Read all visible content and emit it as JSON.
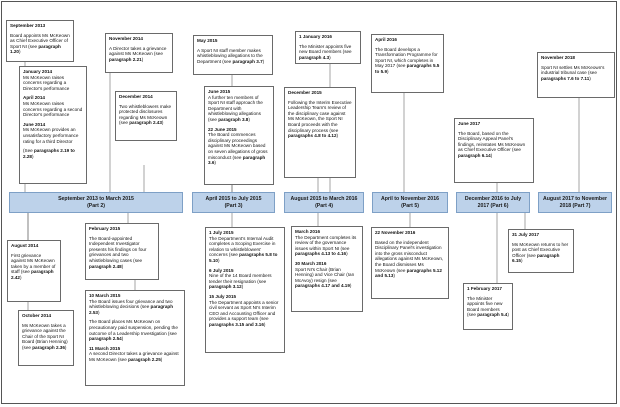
{
  "periods": [
    {
      "line1": "September 2013 to March 2015",
      "line2": "(Part 2)"
    },
    {
      "line1": "April 2015 to July 2015",
      "line2": "(Part 3)"
    },
    {
      "line1": "August 2015 to March 2016",
      "line2": "(Part 4)"
    },
    {
      "line1": "April to November 2016",
      "line2": "(Part 5)"
    },
    {
      "line1": "December 2016 to July",
      "line2": "2017 (Part 6)"
    },
    {
      "line1": "August 2017 to November",
      "line2": "2018 (Part 7)"
    }
  ],
  "events": {
    "sep2013": {
      "date": "September 2013",
      "text": "Board appoints Ms McKeown as Chief Executive Officer of Sport NI (see ",
      "ref": "paragraph 1.20",
      "end": ")"
    },
    "jan2014": {
      "date": "January 2014",
      "text": "Ms McKeown raises concerns regarding a Director's performance"
    },
    "apr2014": {
      "date": "April 2014",
      "text": "Ms McKeown raises concerns regarding a second Director's performance"
    },
    "jun2014": {
      "date": "June 2014",
      "text": "Ms McKeown provides an unsatisfactory performance rating for a third Director"
    },
    "jan2014_ref": {
      "text": "(See ",
      "ref": "paragraphs 2.19 to 2.28",
      "end": ")"
    },
    "nov2014": {
      "date": "November 2014",
      "text": "A Director takes a grievance against Ms McKeown (see ",
      "ref": "paragraph 2.21",
      "end": ")"
    },
    "dec2014": {
      "date": "December 2014",
      "text": "Two whistleblowers make protected disclosures regarding Ms McKeown (see ",
      "ref": "paragraph 2.43",
      "end": ")"
    },
    "may2015": {
      "date": "May 2015",
      "text": "A Sport NI staff member makes whistleblowing allegations to the Department (see ",
      "ref": "paragraph 3.7",
      "end": ")"
    },
    "jun2015a": {
      "date": "June 2015",
      "text": "A further ten members of Sport NI staff approach the Department with whistleblowing allegations (see ",
      "ref": "paragraph 3.8",
      "end": ")"
    },
    "jun2015b": {
      "date": "22 June 2015",
      "text": "The Board commences disciplinary proceedings against Ms McKeown based on seven allegations of gross misconduct (see ",
      "ref": "paragraph 3.6",
      "end": ")"
    },
    "jan2016": {
      "date": "1 January 2016",
      "text": "The Minister appoints five new Board members (see ",
      "ref": "paragraph 4.3",
      "end": ")"
    },
    "dec2015": {
      "date": "December 2015",
      "text": "Following the Interim Executive Leadership Team's review of the disciplinary case against Ms McKeown, the Sport NI Board proceeds with the disciplinary process (see ",
      "ref": "paragraphs 4.8 to 4.12",
      "end": ")"
    },
    "apr2016": {
      "date": "April 2016",
      "text": "The Board develops a Transformation Programme for Sport NI, which completes in May 2017 (see ",
      "ref": "paragraphs 5.5 to 5.9",
      "end": ")"
    },
    "jun2017": {
      "date": "June 2017",
      "text": "The Board, based on the Disciplinary Appeal Panel's findings, reinstates Ms McKeown as Chief Executive Officer (see ",
      "ref": "paragraph 6.14",
      "end": ")"
    },
    "nov2018": {
      "date": "November 2018",
      "text": "Sport NI settles Ms McKeown's industrial tribunal case (see ",
      "ref": "paragraphs 7.6 to 7.11",
      "end": ")"
    },
    "aug2014": {
      "date": "August 2014",
      "text": "First grievance against Ms McKeown taken by a member of staff (see ",
      "ref": "paragraph 2.42",
      "end": ")"
    },
    "oct2014": {
      "date": "October 2014",
      "text": "Ms McKeown takes a grievance against the Chair of the Sport NI Board (Brian Henning) (see ",
      "ref": "paragraph 2.36",
      "end": ")"
    },
    "feb2015": {
      "date": "February 2015",
      "text": "The Board-appointed Independent Investigator presents his findings on four grievances and two whistleblowing cases (see ",
      "ref": "paragraph 2.48",
      "end": ")"
    },
    "mar2015a": {
      "date": "10 March 2015",
      "text": "The Board issues four grievance and two whistleblowing decisions (see ",
      "ref": "paragraph 2.53",
      "end": ")"
    },
    "mar2015b": {
      "text": "The Board places Ms McKeown on precautionary paid suspension, pending the outcome of a Leadership Investigation (see ",
      "ref": "paragraph 2.54",
      "end": ")"
    },
    "mar2015c": {
      "date": "11 March 2015",
      "text": "A second Director takes a grievance against Ms McKeown (see ",
      "ref": "paragraph 2.25",
      "end": ")"
    },
    "jul2015a": {
      "date": "1 July 2015",
      "text": "The Department's Internal Audit completes a Scoping Exercise in relation to whistleblowers' concerns (see ",
      "ref": "paragraphs 5.8 to 5.10",
      "end": ")"
    },
    "jul2015b": {
      "date": "6 July 2015",
      "text": "Nine of the 14 Board members tender their resignation (see ",
      "ref": "paragraph 3.12",
      "end": ")"
    },
    "jul2015c": {
      "date": "15 July 2015",
      "text": "The Department appoints a senior civil servant as Sport NI's Interim CEO and Accounting Officer and provides a support team (see ",
      "ref": "paragraphs 3.15 and 3.16",
      "end": ")"
    },
    "mar2016a": {
      "date": "March 2016",
      "text": "The Department completes its review of the governance issues within Sport NI (see ",
      "ref": "paragraphs 4.13 to 4.16",
      "end": ")"
    },
    "mar2016b": {
      "date": "30 March 2016",
      "text": "Sport NI's Chair (Brian Henning) and Vice Chair (Ian McAvoy) resign (see ",
      "ref": "paragraphs 4.17 and 4.19",
      "end": ")"
    },
    "nov2016": {
      "date": "22 November 2016",
      "text": "Based on the independent Disciplinary Panel's investigation into the gross misconduct allegations against Ms McKeown, the Board dismisses Ms McKeown (see ",
      "ref": "paragraphs 5.12 and 5.13",
      "end": ")"
    },
    "feb2017": {
      "date": "1 February 2017",
      "text": "The Minister appoints five new Board members (see ",
      "ref": "paragraph 5.4",
      "end": ")"
    },
    "jul2017": {
      "date": "31 July 2017",
      "text": "Ms McKeown returns to her post as Chief Executive Officer (see ",
      "ref": "paragraph 6.15",
      "end": ")"
    }
  }
}
